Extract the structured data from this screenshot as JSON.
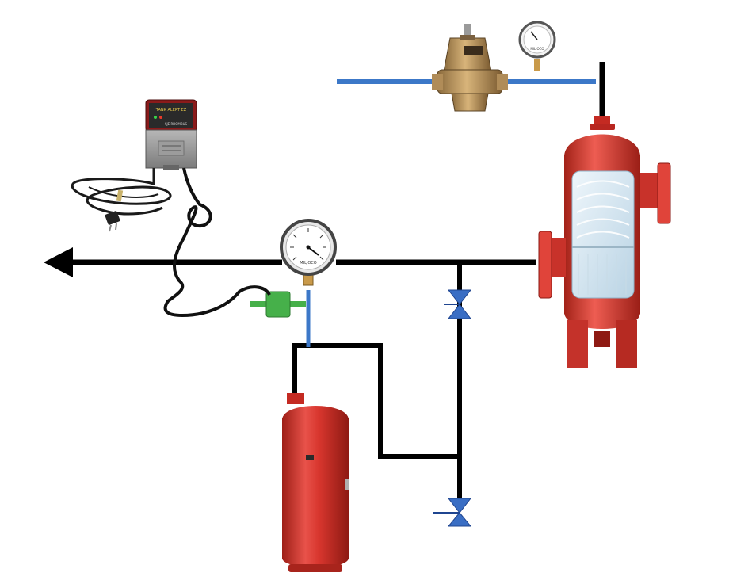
{
  "colors": {
    "pipe": "#000000",
    "water_line": "#3c78c8",
    "tank_red": "#d8362e",
    "valve_blue": "#3a6ec4",
    "probe_green": "#46b04a"
  },
  "alarm_panel": {
    "brand": "TANK ALERT EZ",
    "maker": "SJE RHOMBUS"
  },
  "system_gauge": {
    "maker": "MILJOCO"
  },
  "top_gauge": {
    "maker": "MILJOCO"
  },
  "icons": {
    "flow_arrow": "arrow-left-icon",
    "valve": "bowtie-valve-icon",
    "probe": "conductivity-probe-icon",
    "plug": "power-plug-icon"
  }
}
